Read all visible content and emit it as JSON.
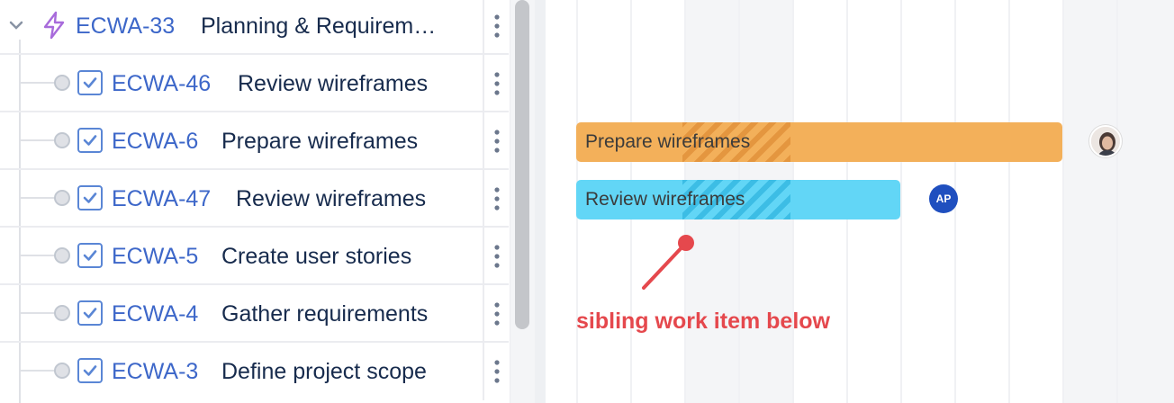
{
  "list": {
    "epic": {
      "key": "ECWA-33",
      "title": "Planning & Requirem…"
    },
    "items": [
      {
        "key": "ECWA-46",
        "title": "Review wireframes"
      },
      {
        "key": "ECWA-6",
        "title": "Prepare wireframes"
      },
      {
        "key": "ECWA-47",
        "title": "Review wireframes"
      },
      {
        "key": "ECWA-5",
        "title": "Create user stories"
      },
      {
        "key": "ECWA-4",
        "title": "Gather requirements"
      },
      {
        "key": "ECWA-3",
        "title": "Define project scope"
      }
    ]
  },
  "timeline": {
    "bars": [
      {
        "label": "Prepare wireframes",
        "color": "#f3b05a",
        "assignee": "photo"
      },
      {
        "label": "Review wireframes",
        "color": "#62d6f6",
        "assignee": "AP"
      }
    ],
    "annotation": "sibling work item below"
  },
  "icons": {
    "epic": "lightning-icon",
    "task": "checkbox-icon",
    "menu": "more-vertical-icon",
    "expand": "chevron-down-icon"
  },
  "colors": {
    "issue_key": "#3d67c9",
    "annotation": "#e5484d",
    "avatar_ap": "#1f4fbf"
  }
}
